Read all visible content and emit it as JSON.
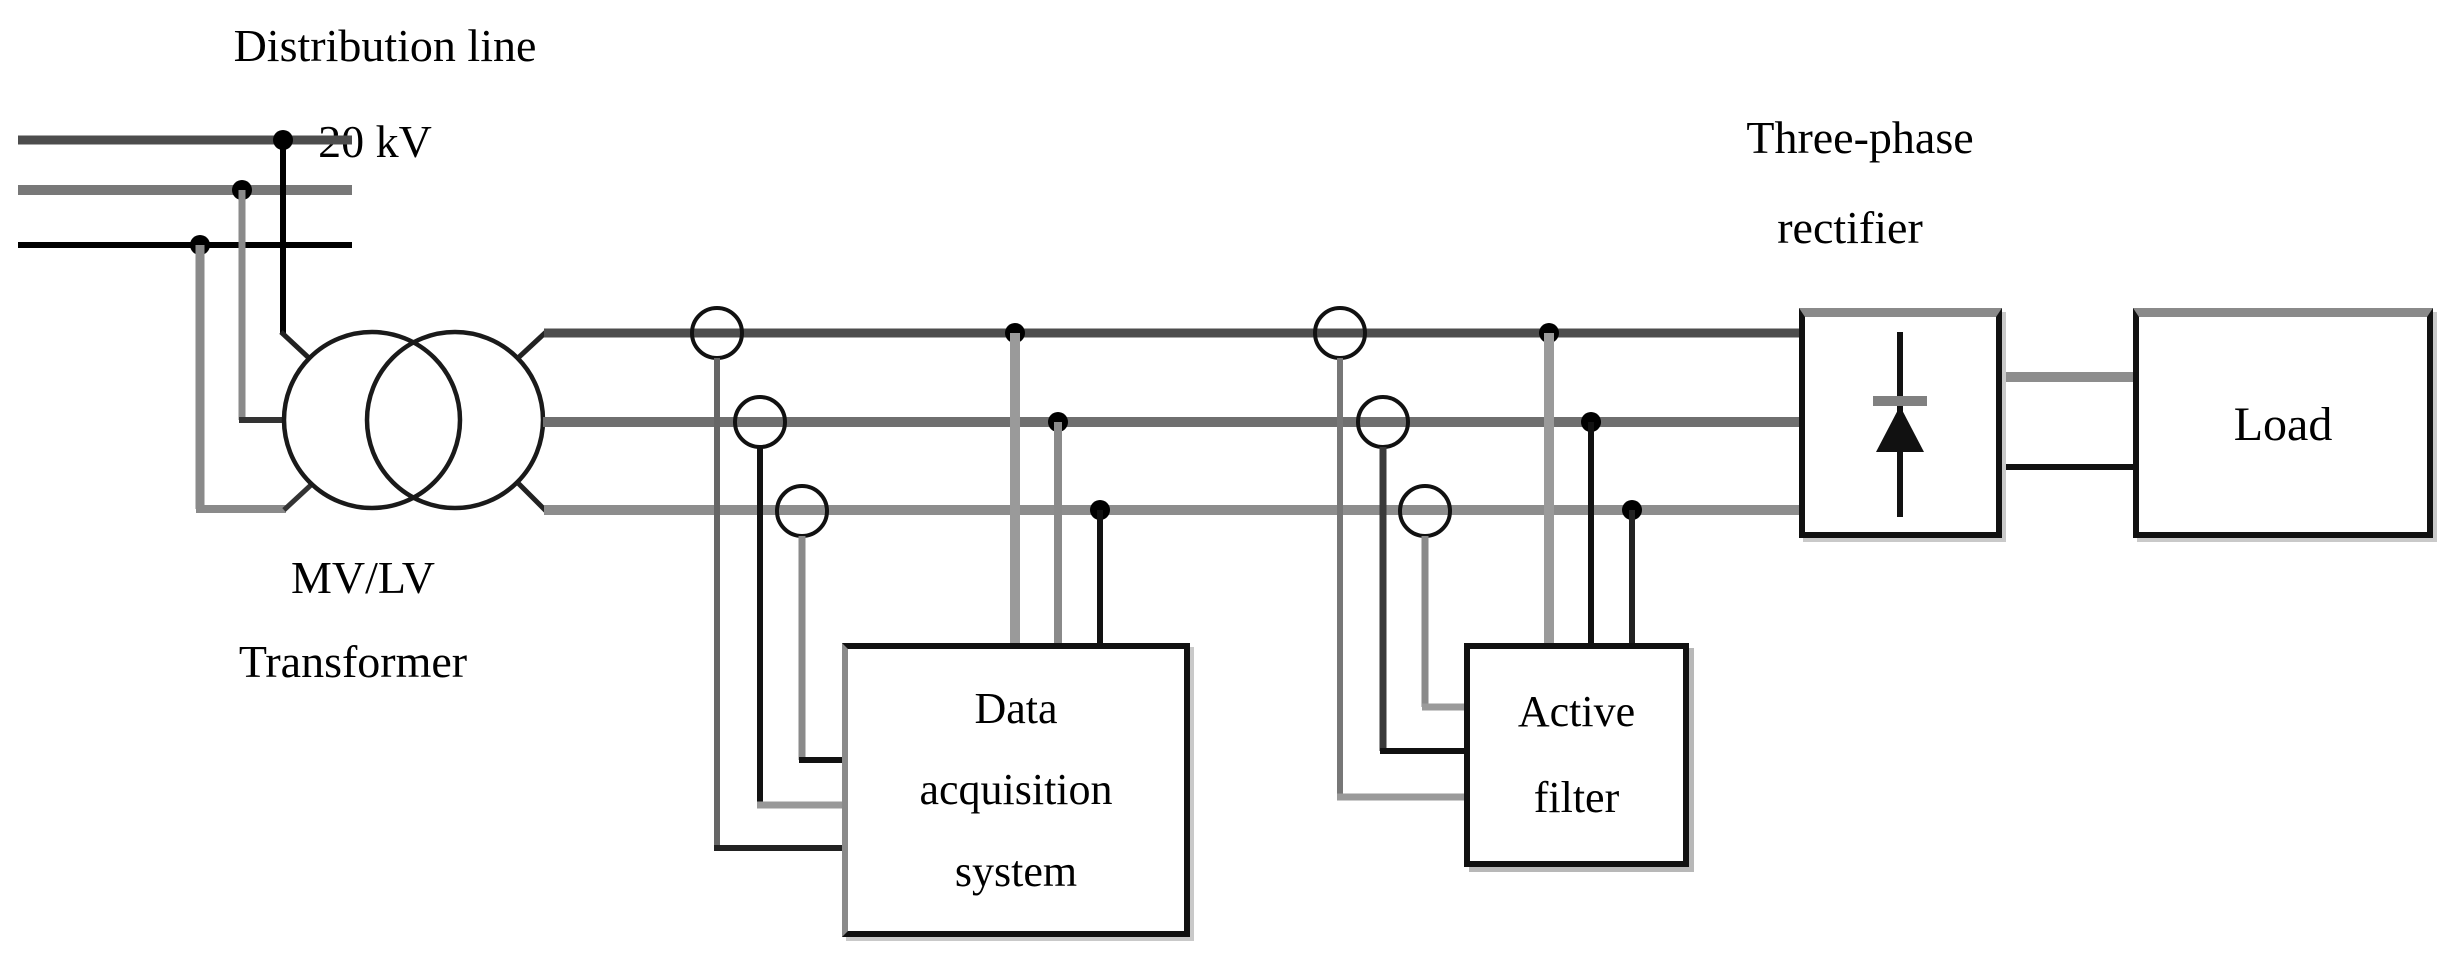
{
  "diagram": {
    "kind": "power-system-block-diagram",
    "labels": {
      "distribution_line_l1": "Distribution line",
      "distribution_line_l2": "20 kV",
      "transformer_l1": "MV/LV",
      "transformer_l2": "Transformer",
      "daq_l1": "Data",
      "daq_l2": "acquisition",
      "daq_l3": "system",
      "filter_l1": "Active",
      "filter_l2": "filter",
      "rectifier_l1": "Three-phase",
      "rectifier_l2": "rectifier",
      "load": "Load"
    },
    "colors": {
      "background": "#ffffff",
      "text": "#000000",
      "bus_phase_1": "#4d4d4d",
      "bus_phase_2": "#6f6f6f",
      "bus_phase_3": "#8d8d8d",
      "black_wire": "#000000",
      "box_border": "#111111",
      "diode_bar": "#808080"
    }
  }
}
